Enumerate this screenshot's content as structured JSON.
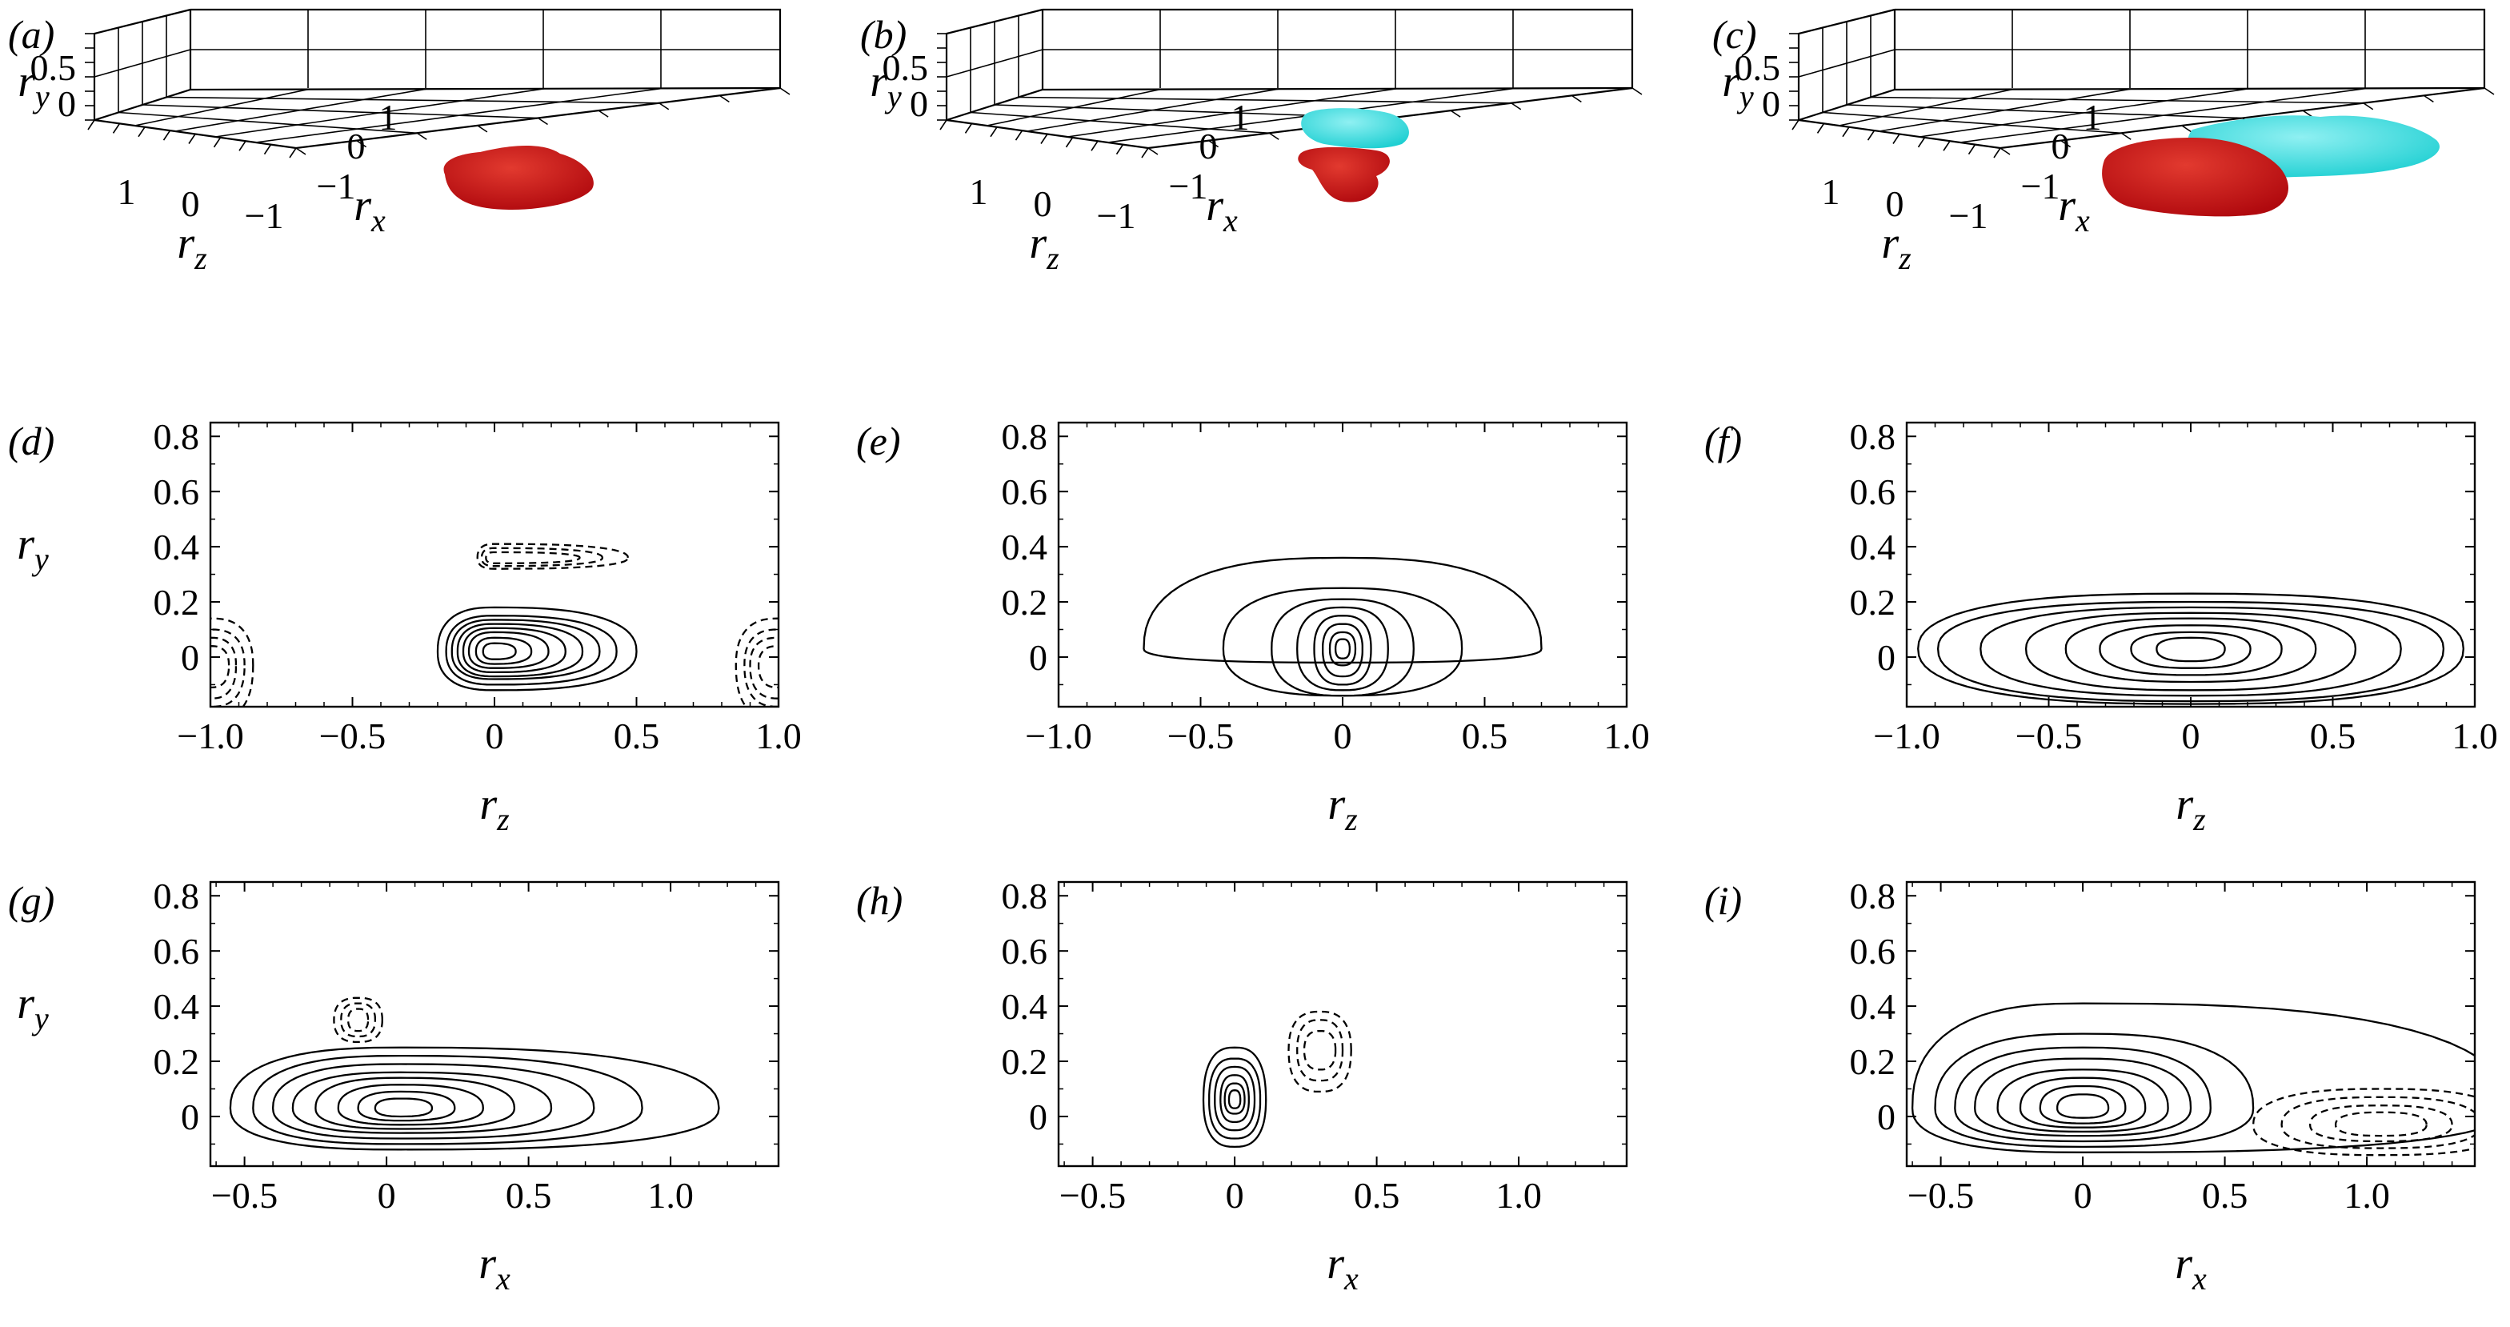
{
  "chart_data": [
    {
      "panel": "(a)",
      "type": "isosurface-3d",
      "xlabel": "r_z",
      "ylabel": "r_y",
      "zlabel": "r_x",
      "rz_ticks": [
        "1",
        "0",
        "−1"
      ],
      "ry_ticks": [
        "0.5",
        "0"
      ],
      "rx_ticks": [
        "−1",
        "0",
        "1"
      ],
      "surfaces": [
        {
          "color": "#b0090e",
          "center": [
            0,
            0.05,
            0.1
          ]
        }
      ]
    },
    {
      "panel": "(b)",
      "type": "isosurface-3d",
      "xlabel": "r_z",
      "ylabel": "r_y",
      "zlabel": "r_x",
      "rz_ticks": [
        "1",
        "0",
        "−1"
      ],
      "ry_ticks": [
        "0.5",
        "0"
      ],
      "rx_ticks": [
        "−1",
        "0",
        "1"
      ],
      "surfaces": [
        {
          "color": "#b0090e",
          "center": [
            0,
            0.05,
            0
          ]
        },
        {
          "color": "#2fd3d8",
          "center": [
            0,
            0.3,
            0.3
          ]
        }
      ]
    },
    {
      "panel": "(c)",
      "type": "isosurface-3d",
      "xlabel": "r_z",
      "ylabel": "r_y",
      "zlabel": "r_x",
      "rz_ticks": [
        "1",
        "0",
        "−1"
      ],
      "ry_ticks": [
        "0.5",
        "0"
      ],
      "rx_ticks": [
        "−1",
        "0",
        "1"
      ],
      "surfaces": [
        {
          "color": "#b0090e",
          "center": [
            0,
            0.05,
            0.1
          ]
        },
        {
          "color": "#2fd3d8",
          "center": [
            0,
            0.1,
            1.0
          ]
        }
      ]
    },
    {
      "panel": "(d)",
      "type": "contour",
      "xlabel": "r_z",
      "ylabel": "r_y",
      "xlim": [
        -1.0,
        1.0
      ],
      "ylim": [
        -0.18,
        0.85
      ],
      "xticks": [
        "−1.0",
        "−0.5",
        "0",
        "0.5",
        "1.0"
      ],
      "xtick_values": [
        -1.0,
        -0.5,
        0,
        0.5,
        1.0
      ],
      "yticks": [
        "0.8",
        "0.6",
        "0.4",
        "0.2",
        "0"
      ],
      "ytick_values": [
        0.8,
        0.6,
        0.4,
        0.2,
        0
      ],
      "solid": [
        {
          "cx": 0,
          "cy": 0.02,
          "levels": [
            [
              0.5,
              0.16,
              0.2,
              0.14
            ],
            [
              0.43,
              0.13,
              0.17,
              0.12
            ],
            [
              0.37,
              0.115,
              0.15,
              0.1
            ],
            [
              0.31,
              0.1,
              0.13,
              0.09
            ],
            [
              0.25,
              0.085,
              0.11,
              0.075
            ],
            [
              0.19,
              0.07,
              0.09,
              0.06
            ],
            [
              0.13,
              0.05,
              0.065,
              0.045
            ],
            [
              0.075,
              0.03,
              0.04,
              0.028
            ]
          ]
        }
      ],
      "dashed": [
        {
          "cx": 0,
          "cy": 0.36,
          "levels": [
            [
              0.47,
              0.05,
              0.06,
              0.04
            ],
            [
              0.38,
              0.035,
              0.045,
              0.03
            ],
            [
              0.3,
              0.02,
              0.03,
              0.02
            ]
          ]
        },
        {
          "cx": -1.0,
          "cy": -0.03,
          "levels": [
            [
              0.15,
              0.17,
              0.15,
              0.2
            ],
            [
              0.12,
              0.13,
              0.12,
              0.15
            ],
            [
              0.09,
              0.1,
              0.1,
              0.12
            ],
            [
              0.065,
              0.07,
              0.07,
              0.08
            ]
          ]
        },
        {
          "cx": 1.0,
          "cy": -0.03,
          "levels": [
            [
              0.15,
              0.17,
              0.15,
              0.2
            ],
            [
              0.12,
              0.13,
              0.12,
              0.15
            ],
            [
              0.09,
              0.1,
              0.1,
              0.12
            ],
            [
              0.065,
              0.07,
              0.07,
              0.08
            ]
          ]
        }
      ]
    },
    {
      "panel": "(e)",
      "type": "contour",
      "xlabel": "r_z",
      "ylabel": "r_y",
      "xlim": [
        -1.0,
        1.0
      ],
      "ylim": [
        -0.18,
        0.85
      ],
      "xticks": [
        "−1.0",
        "−0.5",
        "0",
        "0.5",
        "1.0"
      ],
      "xtick_values": [
        -1.0,
        -0.5,
        0,
        0.5,
        1.0
      ],
      "yticks": [
        "0.8",
        "0.6",
        "0.4",
        "0.2",
        "0"
      ],
      "ytick_values": [
        0.8,
        0.6,
        0.4,
        0.2,
        0
      ],
      "solid": [
        {
          "cx": 0,
          "cy": 0.03,
          "levels": [
            [
              0.7,
              0.33,
              0.7,
              0.05
            ],
            [
              0.42,
              0.22,
              0.42,
              0.17
            ],
            [
              0.25,
              0.18,
              0.25,
              0.17
            ],
            [
              0.16,
              0.15,
              0.16,
              0.15
            ],
            [
              0.1,
              0.12,
              0.1,
              0.13
            ],
            [
              0.07,
              0.09,
              0.07,
              0.1
            ],
            [
              0.045,
              0.06,
              0.045,
              0.06
            ],
            [
              0.025,
              0.035,
              0.025,
              0.035
            ]
          ]
        }
      ],
      "dashed": []
    },
    {
      "panel": "(f)",
      "type": "contour",
      "xlabel": "r_z",
      "ylabel": "r_y",
      "xlim": [
        -1.0,
        1.0
      ],
      "ylim": [
        -0.18,
        0.85
      ],
      "xticks": [
        "−1.0",
        "−0.5",
        "0",
        "0.5",
        "1.0"
      ],
      "xtick_values": [
        -1.0,
        -0.5,
        0,
        0.5,
        1.0
      ],
      "yticks": [
        "0.8",
        "0.6",
        "0.4",
        "0.2",
        "0"
      ],
      "ytick_values": [
        0.8,
        0.6,
        0.4,
        0.2,
        0
      ],
      "solid": [
        {
          "cx": 0,
          "cy": 0.03,
          "levels": [
            [
              0.96,
              0.2,
              0.96,
              0.2
            ],
            [
              0.89,
              0.17,
              0.89,
              0.19
            ],
            [
              0.74,
              0.15,
              0.74,
              0.17
            ],
            [
              0.58,
              0.13,
              0.58,
              0.15
            ],
            [
              0.44,
              0.11,
              0.44,
              0.12
            ],
            [
              0.32,
              0.085,
              0.32,
              0.095
            ],
            [
              0.21,
              0.06,
              0.21,
              0.07
            ],
            [
              0.12,
              0.04,
              0.12,
              0.045
            ]
          ]
        }
      ],
      "dashed": []
    },
    {
      "panel": "(g)",
      "type": "contour",
      "xlabel": "r_x",
      "ylabel": "r_y",
      "xlim": [
        -0.62,
        1.38
      ],
      "ylim": [
        -0.18,
        0.85
      ],
      "xticks": [
        "−0.5",
        "0",
        "0.5",
        "1.0"
      ],
      "xtick_values": [
        -0.5,
        0,
        0.5,
        1.0
      ],
      "yticks": [
        "0.8",
        "0.6",
        "0.4",
        "0.2",
        "0"
      ],
      "ytick_values": [
        0.8,
        0.6,
        0.4,
        0.2,
        0
      ],
      "solid": [
        {
          "cx": 0.05,
          "cy": 0.03,
          "levels": [
            [
              1.12,
              0.22,
              0.6,
              0.15
            ],
            [
              0.85,
              0.19,
              0.52,
              0.13
            ],
            [
              0.68,
              0.16,
              0.45,
              0.11
            ],
            [
              0.53,
              0.13,
              0.38,
              0.09
            ],
            [
              0.4,
              0.11,
              0.3,
              0.075
            ],
            [
              0.29,
              0.085,
              0.22,
              0.06
            ],
            [
              0.19,
              0.06,
              0.15,
              0.045
            ],
            [
              0.11,
              0.035,
              0.09,
              0.03
            ]
          ]
        }
      ],
      "dashed": [
        {
          "cx": -0.1,
          "cy": 0.35,
          "levels": [
            [
              0.085,
              0.08,
              0.085,
              0.08
            ],
            [
              0.06,
              0.06,
              0.06,
              0.06
            ],
            [
              0.035,
              0.04,
              0.035,
              0.04
            ]
          ]
        }
      ]
    },
    {
      "panel": "(h)",
      "type": "contour",
      "xlabel": "r_x",
      "ylabel": "r_y",
      "xlim": [
        -0.62,
        1.38
      ],
      "ylim": [
        -0.18,
        0.85
      ],
      "xticks": [
        "−0.5",
        "0",
        "0.5",
        "1.0"
      ],
      "xtick_values": [
        -0.5,
        0,
        0.5,
        1.0
      ],
      "yticks": [
        "0.8",
        "0.6",
        "0.4",
        "0.2",
        "0"
      ],
      "ytick_values": [
        0.8,
        0.6,
        0.4,
        0.2,
        0
      ],
      "solid": [
        {
          "cx": 0.0,
          "cy": 0.06,
          "levels": [
            [
              0.11,
              0.19,
              0.11,
              0.17
            ],
            [
              0.09,
              0.15,
              0.09,
              0.14
            ],
            [
              0.07,
              0.12,
              0.07,
              0.11
            ],
            [
              0.05,
              0.09,
              0.05,
              0.08
            ],
            [
              0.035,
              0.06,
              0.035,
              0.05
            ],
            [
              0.02,
              0.035,
              0.02,
              0.03
            ]
          ]
        }
      ],
      "dashed": [
        {
          "cx": 0.3,
          "cy": 0.24,
          "levels": [
            [
              0.11,
              0.14,
              0.11,
              0.15
            ],
            [
              0.08,
              0.11,
              0.08,
              0.11
            ],
            [
              0.055,
              0.07,
              0.055,
              0.07
            ]
          ]
        }
      ]
    },
    {
      "panel": "(i)",
      "type": "contour",
      "xlabel": "r_x",
      "ylabel": "r_y",
      "xlim": [
        -0.62,
        1.38
      ],
      "ylim": [
        -0.18,
        0.85
      ],
      "xticks": [
        "−0.5",
        "0",
        "0.5",
        "1.0"
      ],
      "xtick_values": [
        -0.5,
        0,
        0.5,
        1.0
      ],
      "yticks": [
        "0.8",
        "0.6",
        "0.4",
        "0.2",
        "0"
      ],
      "ytick_values": [
        0.8,
        0.6,
        0.4,
        0.2,
        0
      ],
      "solid": [
        {
          "cx": 0.0,
          "cy": 0.03,
          "levels": [
            [
              1.5,
              0.38,
              0.6,
              0.16
            ],
            [
              0.6,
              0.27,
              0.52,
              0.14
            ],
            [
              0.45,
              0.22,
              0.45,
              0.12
            ],
            [
              0.38,
              0.18,
              0.38,
              0.1
            ],
            [
              0.3,
              0.14,
              0.3,
              0.085
            ],
            [
              0.22,
              0.11,
              0.22,
              0.07
            ],
            [
              0.15,
              0.08,
              0.15,
              0.055
            ],
            [
              0.09,
              0.05,
              0.09,
              0.035
            ]
          ]
        }
      ],
      "dashed": [
        {
          "cx": 1.05,
          "cy": -0.03,
          "levels": [
            [
              0.45,
              0.13,
              0.45,
              0.11
            ],
            [
              0.35,
              0.1,
              0.35,
              0.085
            ],
            [
              0.25,
              0.07,
              0.25,
              0.06
            ],
            [
              0.16,
              0.045,
              0.16,
              0.04
            ]
          ]
        }
      ]
    }
  ]
}
